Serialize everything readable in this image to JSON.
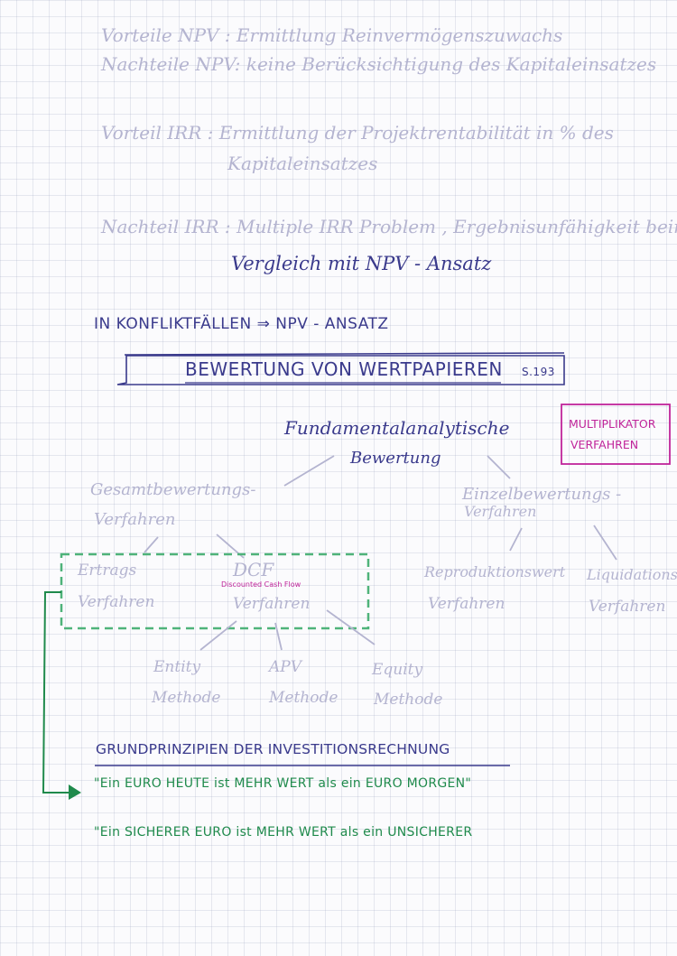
{
  "summary": {
    "l1": "Vorteile NPV : Ermittlung Reinvermögenszuwachs",
    "l2": "Nachteile NPV: keine Berücksichtigung des Kapitaleinsatzes",
    "l3": "Vorteil IRR  : Ermittlung der Projektrentabilität in % des",
    "l3b": "Kapitaleinsatzes",
    "l4": "Nachteil IRR : Multiple IRR Problem , Ergebnisunfähigkeit beim",
    "l4b": "Vergleich mit NPV - Ansatz"
  },
  "conflict": "IN KONFLIKTFÄLLEN ⇒ NPV - ANSATZ",
  "section": {
    "title": "BEWERTUNG VON WERTPAPIEREN",
    "page_ref": "S.193"
  },
  "diagram": {
    "root_l1": "Fundamentalanalytische",
    "root_l2": "Bewertung",
    "multiplikator_l1": "MULTIPLIKATOR",
    "multiplikator_l2": "VERFAHREN",
    "gesamt_l1": "Gesamtbewertungs-",
    "gesamt_l2": "Verfahren",
    "einzel_l1": "Einzelbewertungs -",
    "einzel_l2": "Verfahren",
    "ertrag_l1": "Ertrags",
    "ertrag_l2": "Verfahren",
    "dcf_l1": "DCF",
    "dcf_sub": "Discounted Cash Flow",
    "dcf_l2": "Verfahren",
    "repro_l1": "Reproduktionswert",
    "repro_l2": "Verfahren",
    "liqui_l1": "Liquidations",
    "liqui_l2": "Verfahren",
    "entity_l1": "Entity",
    "entity_l2": "Methode",
    "apv_l1": "APV",
    "apv_l2": "Methode",
    "equity_l1": "Equity",
    "equity_l2": "Methode"
  },
  "principles": {
    "heading": "GRUNDPRINZIPIEN DER INVESTITIONSRECHNUNG",
    "p1": "\"Ein EURO HEUTE ist MEHR WERT als ein EURO MORGEN\"",
    "p2": "\"Ein SICHERER EURO ist MEHR WERT als ein UNSICHERER"
  },
  "colors": {
    "ink_blue": "#3a3a8c",
    "ink_faded": "#b4b4d0",
    "ink_magenta": "#c0259a",
    "ink_green": "#1f8a4c"
  }
}
